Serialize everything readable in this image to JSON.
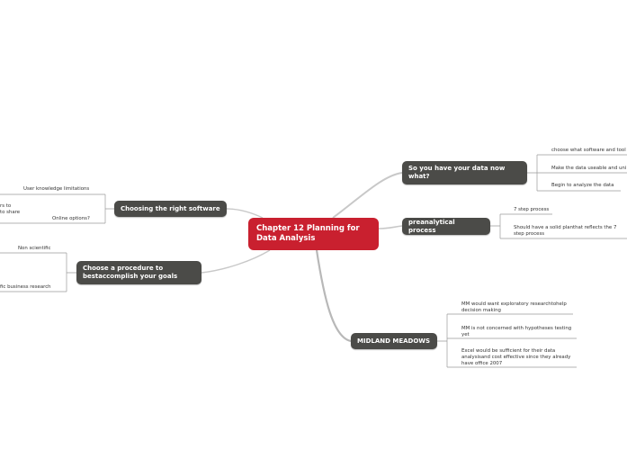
{
  "root": {
    "title": "Chapter 12 Planning for\nData Analysis"
  },
  "branches": {
    "data_now": {
      "label": "So you have your data now\nwhat?",
      "items": [
        "choose what software and tool",
        "Make the data useable and uni",
        "Begin to analyze the data"
      ]
    },
    "preanalytical": {
      "label": "preanalytical process",
      "items": [
        "7 step process",
        "Should have a solid planthat reflects the 7\nstep process"
      ]
    },
    "midland": {
      "label": "MIDLAND MEADOWS",
      "items": [
        "MM would want exploratory researchtohelp\ndecision making",
        "MM is not concerned with hypotheses testing\nyet",
        "Excel would be sufficient for their data\nanalysisand cost effective since they already\nhave office 2007"
      ]
    },
    "software": {
      "label": "Choosing the right software",
      "items": [
        "User knowledge limitations",
        "rs to\nto share",
        "Online options?"
      ]
    },
    "procedure": {
      "label": "Choose a procedure to\nbestaccomplish your goals",
      "items": [
        "Non scientific",
        "fic business research"
      ]
    }
  },
  "colors": {
    "root": "#c9202f",
    "branch": "#4b4b48",
    "connector": "#c8c8c8",
    "leaf_line": "#9a9a9a"
  }
}
